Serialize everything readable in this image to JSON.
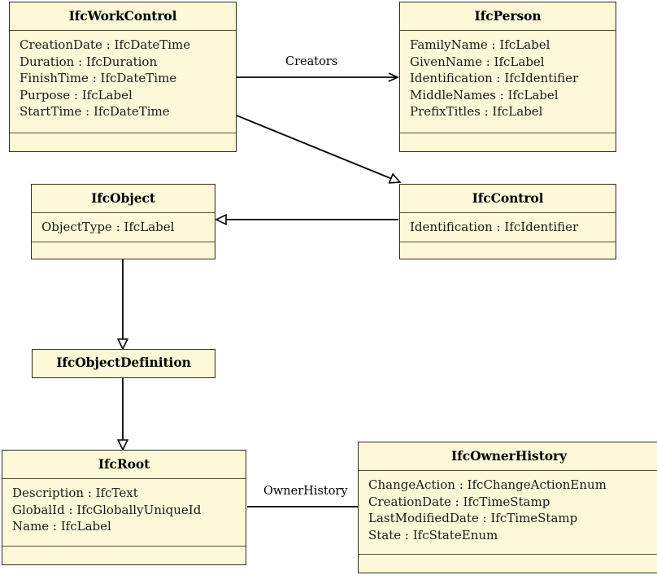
{
  "diagram": {
    "title": "IFC UML class diagram",
    "type": "uml-class-diagram",
    "colors": {
      "class_fill": "#fcf8d8",
      "class_border": "#2b2b1e",
      "compartment_rule": "#55523a",
      "edge": "#000000",
      "background": "#ffffff"
    }
  },
  "classes": [
    {
      "id": "IfcWorkControl",
      "name": "IfcWorkControl",
      "attributes": [
        "CreationDate : IfcDateTime",
        "Duration : IfcDuration",
        "FinishTime : IfcDateTime",
        "Purpose : IfcLabel",
        "StartTime : IfcDateTime"
      ],
      "operations": []
    },
    {
      "id": "IfcPerson",
      "name": "IfcPerson",
      "attributes": [
        "FamilyName : IfcLabel",
        "GivenName : IfcLabel",
        "Identification : IfcIdentifier",
        "MiddleNames : IfcLabel",
        "PrefixTitles : IfcLabel"
      ],
      "operations": []
    },
    {
      "id": "IfcObject",
      "name": "IfcObject",
      "attributes": [
        "ObjectType : IfcLabel"
      ],
      "operations": []
    },
    {
      "id": "IfcControl",
      "name": "IfcControl",
      "attributes": [
        "Identification : IfcIdentifier"
      ],
      "operations": []
    },
    {
      "id": "IfcObjectDefinition",
      "name": "IfcObjectDefinition",
      "attributes": [],
      "operations": []
    },
    {
      "id": "IfcRoot",
      "name": "IfcRoot",
      "attributes": [
        "Description : IfcText",
        "GlobalId : IfcGloballyUniqueId",
        "Name : IfcLabel"
      ],
      "operations": []
    },
    {
      "id": "IfcOwnerHistory",
      "name": "IfcOwnerHistory",
      "attributes": [
        "ChangeAction : IfcChangeActionEnum",
        "CreationDate : IfcTimeStamp",
        "LastModifiedDate : IfcTimeStamp",
        "State : IfcStateEnum"
      ],
      "operations": []
    }
  ],
  "edges": [
    {
      "id": "creators",
      "from": "IfcWorkControl",
      "to": "IfcPerson",
      "label": "Creators",
      "kind": "association"
    },
    {
      "id": "workcontrol-control",
      "from": "IfcWorkControl",
      "to": "IfcControl",
      "label": "",
      "kind": "generalization"
    },
    {
      "id": "control-object",
      "from": "IfcControl",
      "to": "IfcObject",
      "label": "",
      "kind": "generalization"
    },
    {
      "id": "object-objectdefinition",
      "from": "IfcObject",
      "to": "IfcObjectDefinition",
      "label": "",
      "kind": "generalization"
    },
    {
      "id": "objectdefinition-root",
      "from": "IfcObjectDefinition",
      "to": "IfcRoot",
      "label": "",
      "kind": "generalization"
    },
    {
      "id": "ownerhistory",
      "from": "IfcRoot",
      "to": "IfcOwnerHistory",
      "label": "OwnerHistory",
      "kind": "association"
    }
  ]
}
